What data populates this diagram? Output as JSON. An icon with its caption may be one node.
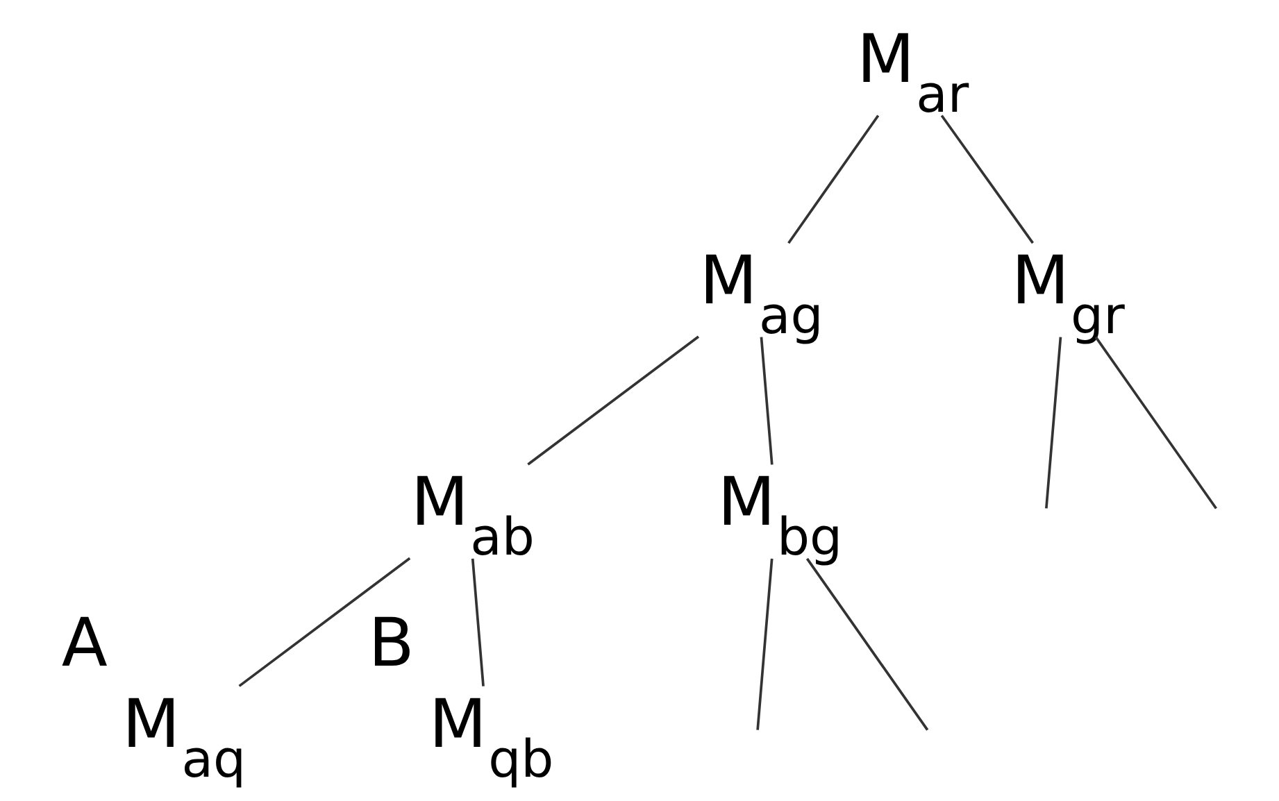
{
  "diagram": {
    "nodes": [
      {
        "text": [
          "M$_{ar}$"
        ]
      },
      {
        "text": [
          "M$_{ag}$"
        ]
      },
      {
        "text": [
          "M$_{gr}$"
        ]
      },
      {
        "text": [
          "M$_{ab}$"
        ]
      },
      {
        "text": [
          "M$_{bg}$"
        ]
      },
      {
        "text": [
          "M$_{aq}$"
        ],
        "beside": [
          "A"
        ]
      },
      {
        "text": [
          "M$_{qb}$"
        ],
        "beside": [
          "B"
        ]
      }
    ],
    "edges": [
      {
        "from": 0,
        "to": 1,
        "arrow": "none"
      },
      {
        "from": 0,
        "to": 2,
        "arrow": "none"
      },
      {
        "from": 1,
        "to": 3,
        "arrow": "none"
      },
      {
        "from": 1,
        "to": 4,
        "arrow": "none"
      },
      {
        "from": 2,
        "to": null,
        "arrow": "none"
      },
      {
        "from": 2,
        "to": null,
        "arrow": "none"
      },
      {
        "from": 3,
        "to": 5,
        "arrow": "none"
      },
      {
        "from": 3,
        "to": 6,
        "arrow": "none"
      },
      {
        "from": 4,
        "to": null,
        "arrow": "none"
      },
      {
        "from": 4,
        "to": null,
        "arrow": "none"
      }
    ]
  }
}
